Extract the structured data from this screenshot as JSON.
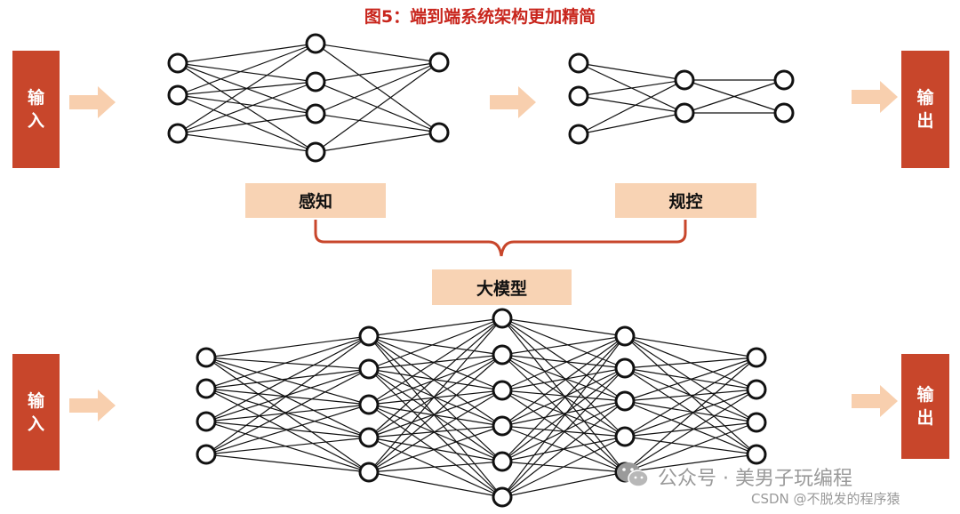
{
  "title": "图5：端到端系统架构更加精简",
  "top": {
    "input_label": [
      "输",
      "入"
    ],
    "output_label": [
      "输",
      "出"
    ],
    "perception_label": "感知",
    "planning_label": "规控"
  },
  "bottom": {
    "model_label": "大模型",
    "input_label": [
      "输",
      "入"
    ],
    "output_label": [
      "输",
      "出"
    ]
  },
  "watermark": {
    "line1": "公众号 · 美男子玩编程",
    "line2": "CSDN @不脱发的程序猿"
  },
  "colors": {
    "accent_red": "#c8462b",
    "title_red": "#c8251c",
    "arrow_peach": "#f8cfae",
    "label_peach": "#f8d3b4",
    "bracket": "#c8462b"
  }
}
